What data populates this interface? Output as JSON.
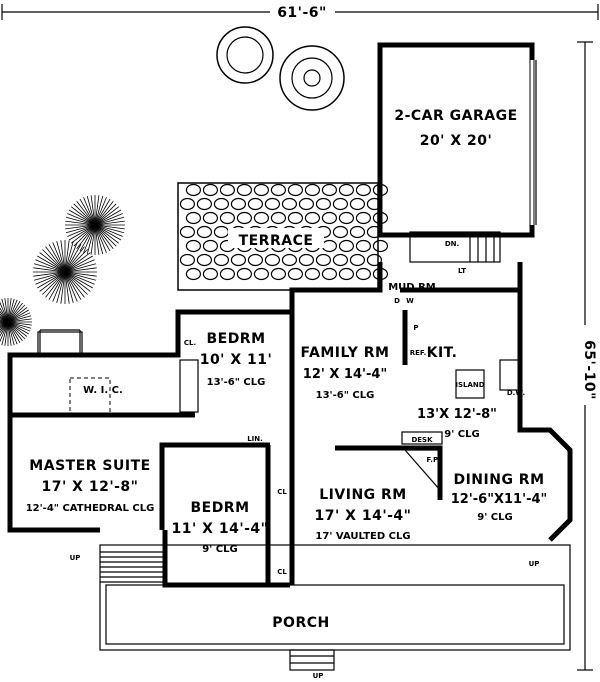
{
  "dimensions": {
    "width": "61'-6\"",
    "depth": "65'-10\""
  },
  "rooms": {
    "garage": {
      "name": "2-CAR GARAGE",
      "size": "20' X 20'"
    },
    "terrace": {
      "name": "TERRACE"
    },
    "mud_room": {
      "name": "MUD RM",
      "dryer": "D",
      "washer": "W",
      "laundry_tub": "LT",
      "stairs": "DN."
    },
    "bedroom1": {
      "name": "BEDRM",
      "size": "10' X 11'",
      "ceiling": "13'-6\" CLG",
      "closet": "CL."
    },
    "family_room": {
      "name": "FAMILY RM",
      "size": "12' X 14'-4\"",
      "ceiling": "13'-6\" CLG"
    },
    "kitchen": {
      "name": "KIT.",
      "size": "13'X 12'-8\"",
      "ceiling": "9' CLG",
      "island": "ISLAND",
      "pantry": "P",
      "refrigerator": "REF.",
      "dishwasher": "D.W.",
      "desk": "DESK"
    },
    "master_suite": {
      "name": "MASTER SUITE",
      "size": "17' X 12'-8\"",
      "ceiling": "12'-4\" CATHEDRAL CLG",
      "closet": "W. I. C."
    },
    "bedroom2": {
      "name": "BEDRM",
      "size": "11' X 14'-4\"",
      "ceiling": "9' CLG",
      "linen": "LIN.",
      "closet1": "CL",
      "closet2": "CL"
    },
    "living_room": {
      "name": "LIVING RM",
      "size": "17' X 14'-4\"",
      "ceiling": "17' VAULTED CLG",
      "fireplace": "F.P."
    },
    "dining_room": {
      "name": "DINING RM",
      "size": "12'-6\"X11'-4\"",
      "ceiling": "9' CLG"
    },
    "porch": {
      "name": "PORCH",
      "up_left": "UP",
      "up_right": "UP",
      "up_front": "UP"
    }
  }
}
